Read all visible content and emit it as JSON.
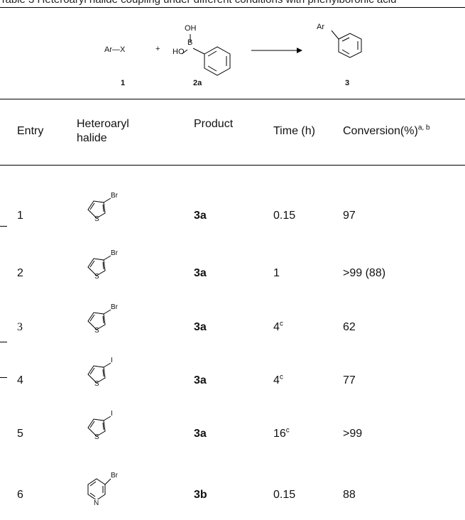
{
  "caption": "Table 3 Heteroaryl halide coupling under different conditions with phenylboronic acid",
  "scheme": {
    "reactant1_formula": "Ar—X",
    "plus": "+",
    "boronic_oh_top": "OH",
    "boronic_ho_left": "HO",
    "boronic_b": "B",
    "product_ar": "Ar",
    "label_1": "1",
    "label_2a": "2a",
    "label_3": "3"
  },
  "columns": {
    "entry": "Entry",
    "halide_line1": "Heteroaryl",
    "halide_line2": "halide",
    "product": "Product",
    "time": "Time (h)",
    "conversion": "Conversion(%)",
    "conversion_sup": "a, b"
  },
  "rows": [
    {
      "entry": "1",
      "halogen": "Br",
      "ring": "thiophene",
      "product": "3a",
      "time": "0.15",
      "time_sup": "",
      "conversion": "97"
    },
    {
      "entry": "2",
      "halogen": "Br",
      "ring": "thiophene",
      "product": "3a",
      "time": "1",
      "time_sup": "",
      "conversion": ">99 (88)"
    },
    {
      "entry": "3",
      "halogen": "Br",
      "ring": "thiophene",
      "product": "3a",
      "time": "4",
      "time_sup": "c",
      "conversion": "62"
    },
    {
      "entry": "4",
      "halogen": "I",
      "ring": "thiophene",
      "product": "3a",
      "time": "4",
      "time_sup": "c",
      "conversion": "77"
    },
    {
      "entry": "5",
      "halogen": "I",
      "ring": "thiophene",
      "product": "3a",
      "time": "16",
      "time_sup": "c",
      "conversion": ">99"
    },
    {
      "entry": "6",
      "halogen": "Br",
      "ring": "pyridine",
      "product": "3b",
      "time": "0.15",
      "time_sup": "",
      "conversion": "88"
    }
  ],
  "ring_atoms": {
    "thiophene": "S",
    "pyridine": "N"
  }
}
